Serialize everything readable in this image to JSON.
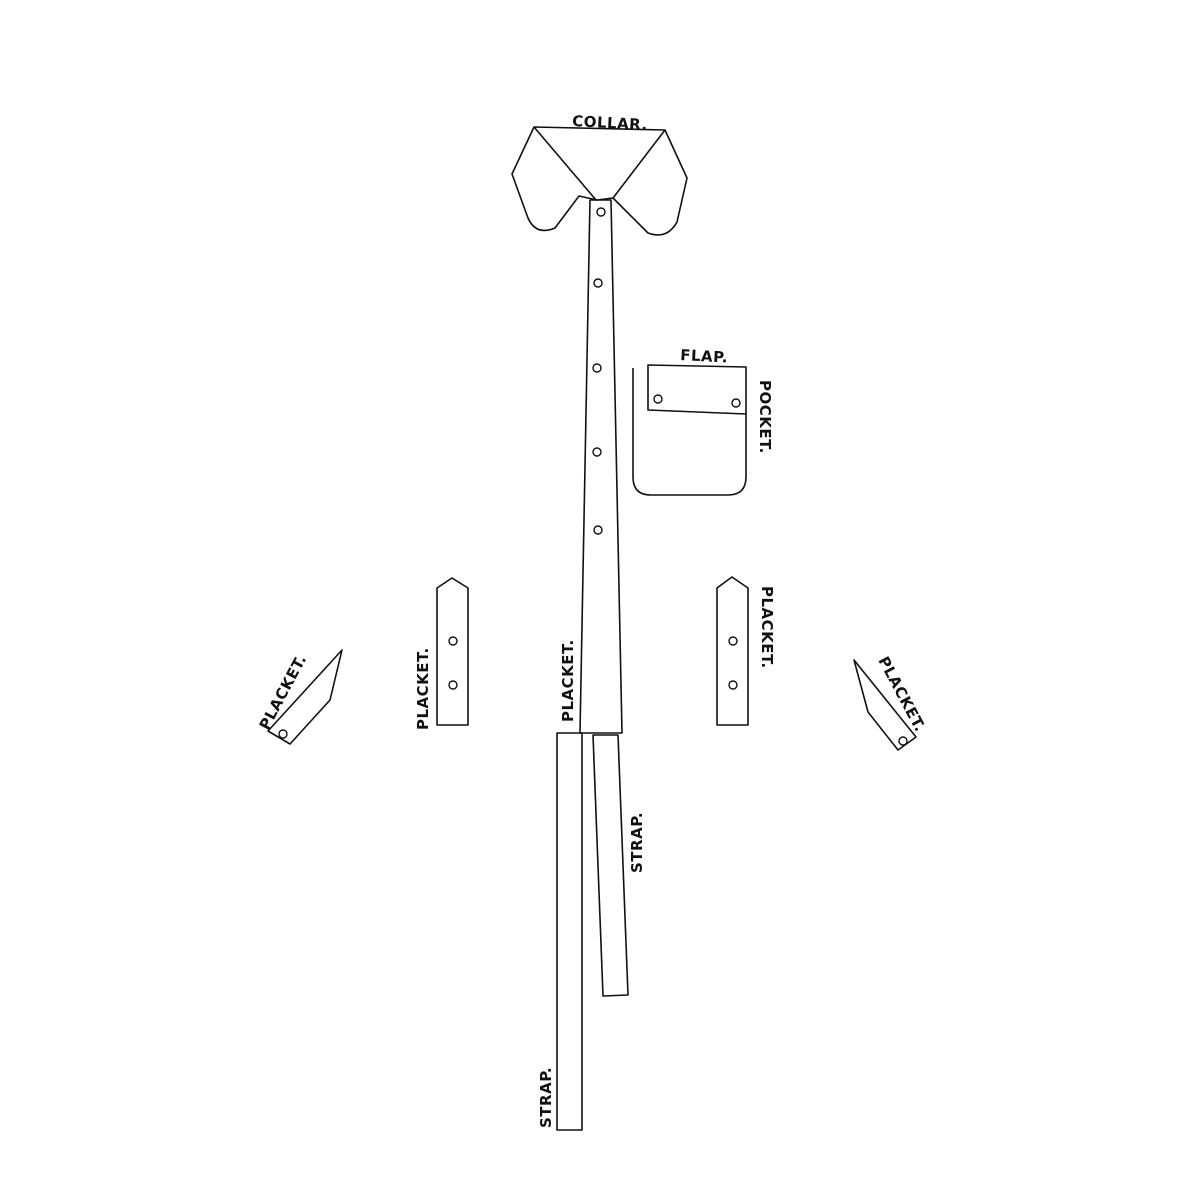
{
  "labels": {
    "collar": "COLLAR.",
    "flap": "FLAP.",
    "pocket": "POCKET.",
    "placket_center": "PLACKET.",
    "placket_left_outer": "PLACKET.",
    "placket_left_inner": "PLACKET.",
    "placket_right_inner": "PLACKET.",
    "placket_right_outer": "PLACKET.",
    "strap_long": "STRAP.",
    "strap_short": "STRAP."
  },
  "colors": {
    "line": "#111111",
    "background": "#ffffff"
  }
}
